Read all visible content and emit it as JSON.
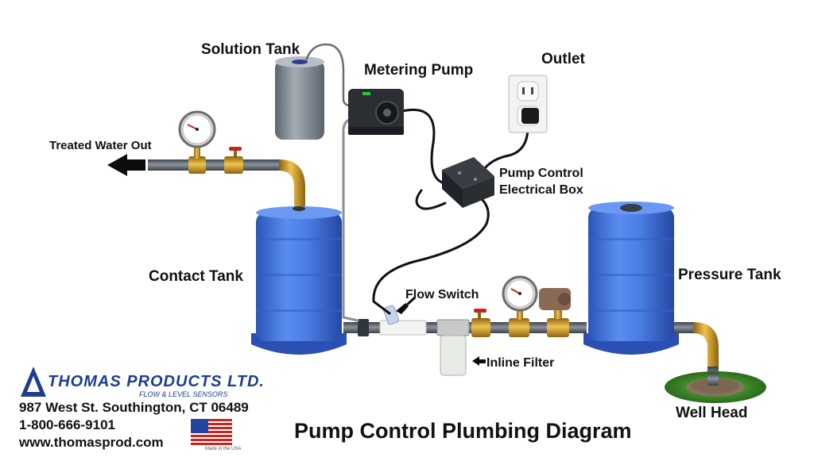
{
  "labels": {
    "solution_tank": "Solution Tank",
    "metering_pump": "Metering Pump",
    "outlet": "Outlet",
    "treated_water_out": "Treated Water Out",
    "pump_control_box_line1": "Pump Control",
    "pump_control_box_line2": "Electrical Box",
    "contact_tank": "Contact Tank",
    "pressure_tank": "Pressure Tank",
    "flow_switch": "Flow Switch",
    "inline_filter": "Inline Filter",
    "well_head": "Well Head"
  },
  "title": "Pump Control Plumbing Diagram",
  "company": {
    "name": "THOMAS PRODUCTS LTD.",
    "tagline": "FLOW & LEVEL SENSORS",
    "address": "987 West St. Southington, CT 06489",
    "phone": "1-800-666-9101",
    "website": "www.thomasprod.com",
    "flag_caption": "Made in the USA"
  },
  "colors": {
    "tank_blue": "#3f74d9",
    "brass": "#c9951f",
    "pipe_gray": "#5d6670"
  }
}
